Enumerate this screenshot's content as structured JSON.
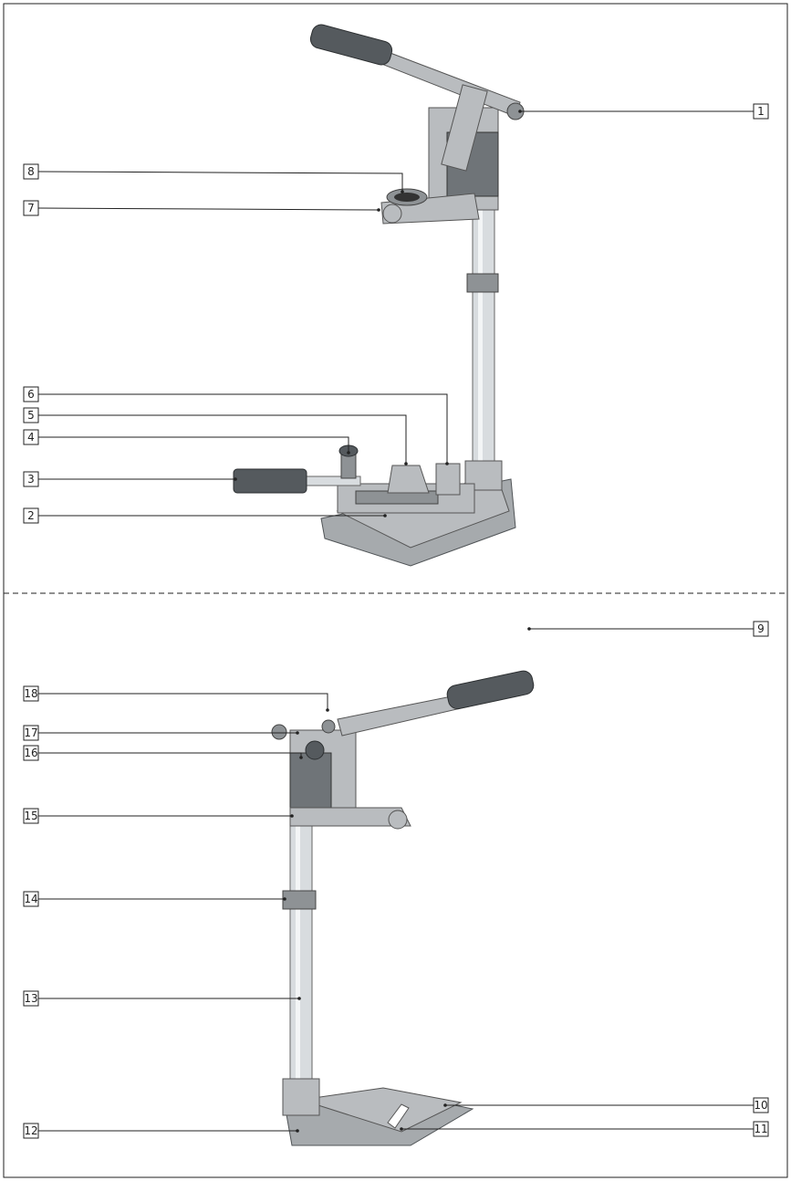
{
  "callouts": [
    {
      "id": "1",
      "text": "1"
    },
    {
      "id": "2",
      "text": "2"
    },
    {
      "id": "3",
      "text": "3"
    },
    {
      "id": "4",
      "text": "4"
    },
    {
      "id": "5",
      "text": "5"
    },
    {
      "id": "6",
      "text": "6"
    },
    {
      "id": "7",
      "text": "7"
    },
    {
      "id": "8",
      "text": "8"
    },
    {
      "id": "9",
      "text": "9"
    },
    {
      "id": "10",
      "text": "10"
    },
    {
      "id": "11",
      "text": "11"
    },
    {
      "id": "12",
      "text": "12"
    },
    {
      "id": "13",
      "text": "13"
    },
    {
      "id": "14",
      "text": "14"
    },
    {
      "id": "15",
      "text": "15"
    },
    {
      "id": "16",
      "text": "16"
    },
    {
      "id": "17",
      "text": "17"
    },
    {
      "id": "18",
      "text": "18"
    }
  ],
  "colors": {
    "metal": "#b9bcbf",
    "grip": "#555a5e",
    "chrome": "#d8dcdf",
    "line": "#222222"
  }
}
